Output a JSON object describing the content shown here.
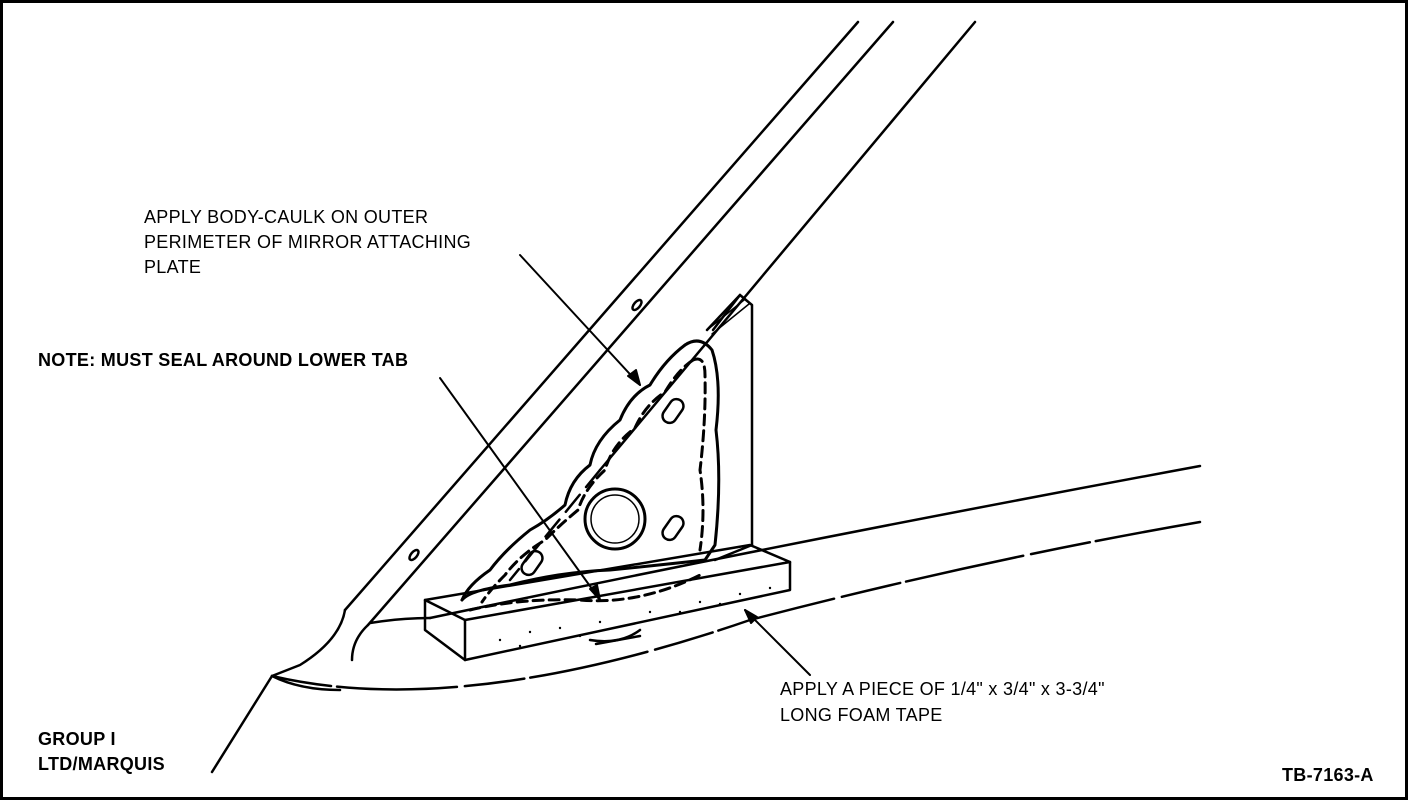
{
  "labels": {
    "caulk": [
      "APPLY BODY-CAULK ON OUTER",
      "PERIMETER OF MIRROR ATTACHING",
      "PLATE"
    ],
    "note": "NOTE:  MUST SEAL AROUND LOWER TAB",
    "foam": [
      "APPLY A PIECE OF 1/4\" x 3/4\" x 3-3/4\"",
      "LONG FOAM TAPE"
    ],
    "group": [
      "GROUP I",
      "LTD/MARQUIS"
    ],
    "figure_id": "TB-7163-A"
  },
  "icons": [
    "mirror-attaching-plate-icon",
    "body-caulk-bead-icon",
    "foam-tape-icon",
    "door-frame-pillar-icon"
  ]
}
